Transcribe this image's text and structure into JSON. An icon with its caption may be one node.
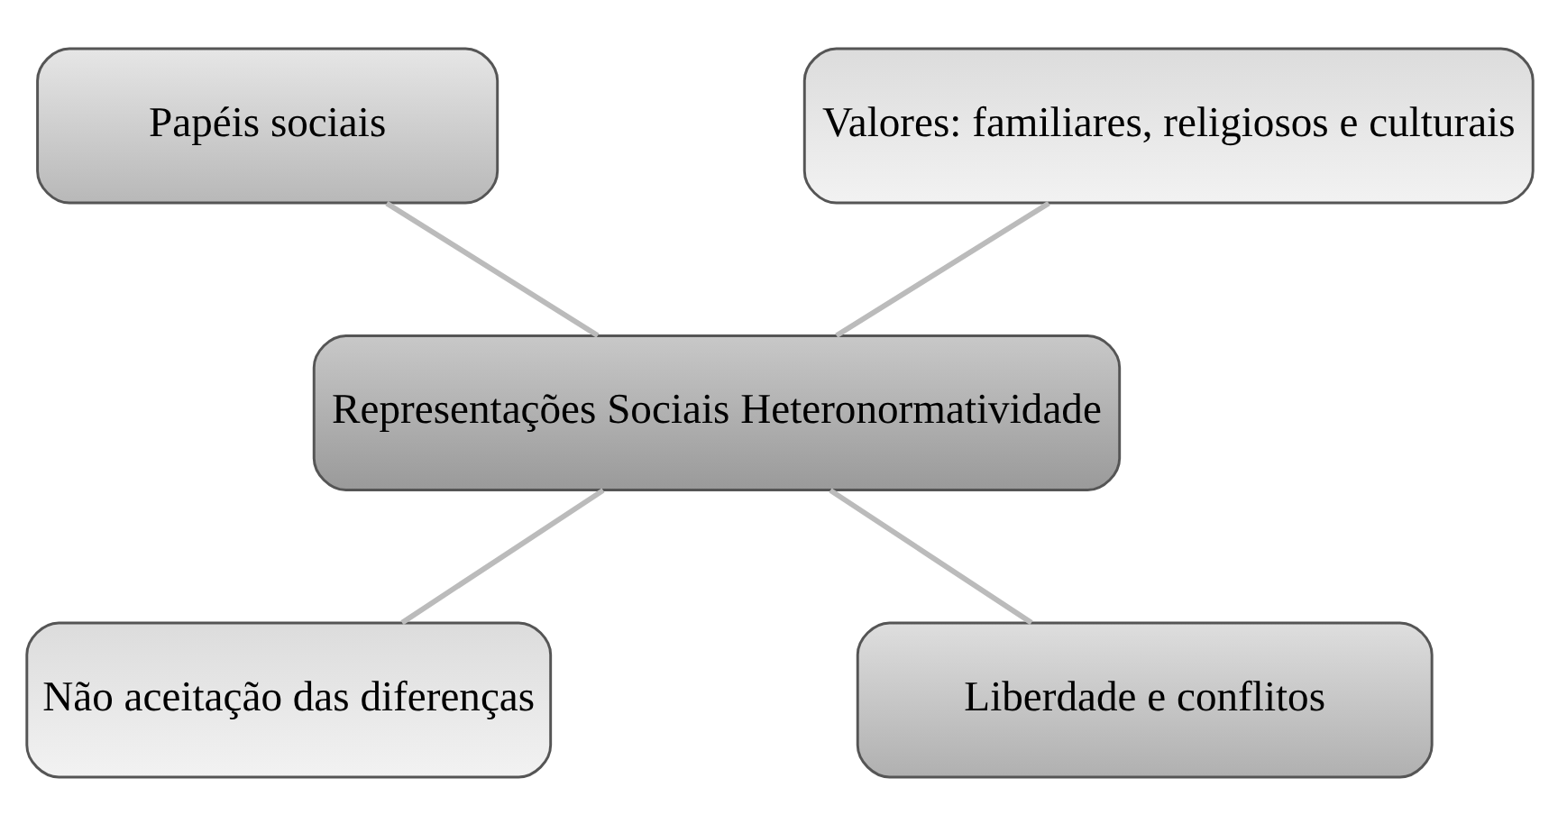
{
  "diagram": {
    "nodes": [
      {
        "text": [
          "Papéis sociais"
        ]
      },
      {
        "text": [
          "Valores: familiares, religiosos e culturais"
        ]
      },
      {
        "text": [
          "Representações Sociais Heteronormatividade"
        ]
      },
      {
        "text": [
          "Não aceitação das diferenças"
        ]
      },
      {
        "text": [
          "Liberdade e conflitos"
        ]
      }
    ],
    "edges": [
      {
        "from": 0,
        "to": 2,
        "arrow": "none"
      },
      {
        "from": 1,
        "to": 2,
        "arrow": "none"
      },
      {
        "from": 2,
        "to": 3,
        "arrow": "none"
      },
      {
        "from": 2,
        "to": 4,
        "arrow": "none"
      }
    ]
  }
}
